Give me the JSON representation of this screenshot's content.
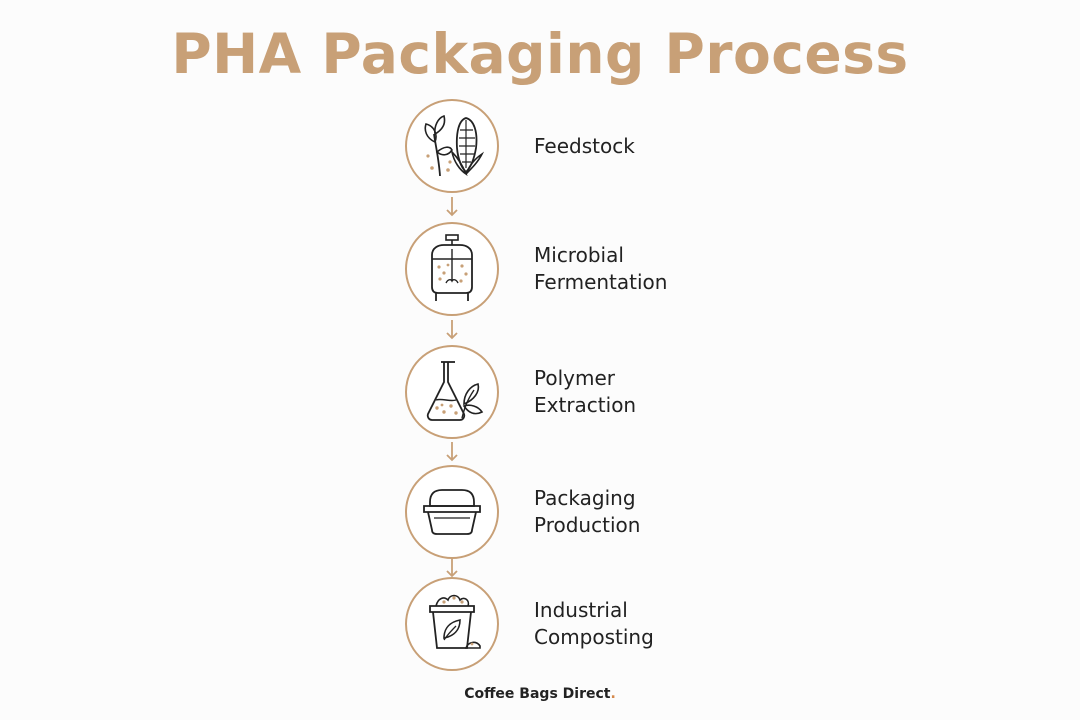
{
  "title": "PHA Packaging Process",
  "accent_color": "#c8a077",
  "steps": [
    {
      "icon": "plant-corn-icon",
      "lines": [
        "Feedstock"
      ]
    },
    {
      "icon": "fermentation-tank-icon",
      "lines": [
        "Microbial",
        "Fermentation"
      ]
    },
    {
      "icon": "flask-leaf-icon",
      "lines": [
        "Polymer",
        "Extraction"
      ]
    },
    {
      "icon": "container-box-icon",
      "lines": [
        "Packaging",
        "Production"
      ]
    },
    {
      "icon": "compost-bin-icon",
      "lines": [
        "Industrial",
        "Composting"
      ]
    }
  ],
  "footer": {
    "brand": "Coffee Bags Direct",
    "dot": "."
  }
}
